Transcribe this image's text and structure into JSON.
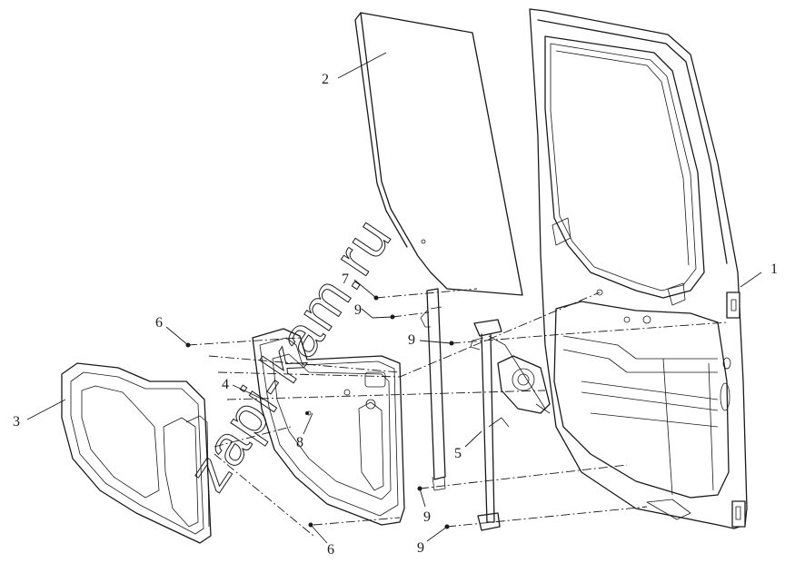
{
  "diagram": {
    "watermark": "zapi-kam.ru",
    "callouts": [
      {
        "id": "c1",
        "text": "1"
      },
      {
        "id": "c2",
        "text": "2"
      },
      {
        "id": "c3",
        "text": "3"
      },
      {
        "id": "c4",
        "text": "4"
      },
      {
        "id": "c5",
        "text": "5"
      },
      {
        "id": "c6a",
        "text": "6"
      },
      {
        "id": "c6b",
        "text": "6"
      },
      {
        "id": "c7",
        "text": "7"
      },
      {
        "id": "c8",
        "text": "8"
      },
      {
        "id": "c9a",
        "text": "9"
      },
      {
        "id": "c9b",
        "text": "9"
      },
      {
        "id": "c9c",
        "text": "9"
      },
      {
        "id": "c9d",
        "text": "9"
      }
    ]
  }
}
